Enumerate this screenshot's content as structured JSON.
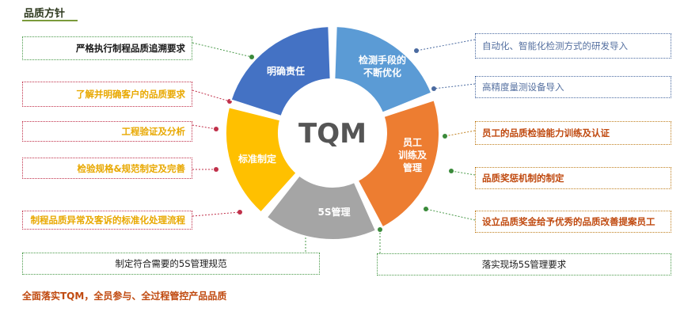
{
  "title": "品质方针",
  "center": "TQM",
  "segments": {
    "mingque": "明确责任",
    "jiance_1": "检测手段的",
    "jiance_2": "不断优化",
    "yuangong_1": "员工",
    "yuangong_2": "训练及",
    "yuangong_3": "管理",
    "fives": "5S管理",
    "biaozhun": "标准制定"
  },
  "boxes": {
    "l1": "严格执行制程品质追溯要求",
    "l2": "了解并明确客户的品质要求",
    "l3": "工程验证及分析",
    "l4": "检验规格&规范制定及完善",
    "l5": "制程品质异常及客诉的标准化处理流程",
    "l6": "制定符合需要的5S管理规范",
    "r1": "自动化、智能化检测方式的研发导入",
    "r2": "高精度量测设备导入",
    "r3": "员工的品质检验能力训练及认证",
    "r4": "品质奖惩机制的制定",
    "r5": "设立品质奖金给予优秀的品质改善提案员工",
    "r6": "落实现场5S管理要求"
  },
  "footer": "全面落实TQM，全员参与、全过程管控产品品质",
  "colors": {
    "blue_dark": "#4472c4",
    "blue_light": "#5b9bd5",
    "orange": "#ed7d31",
    "gray": "#a5a5a5",
    "yellow": "#ffc000"
  }
}
